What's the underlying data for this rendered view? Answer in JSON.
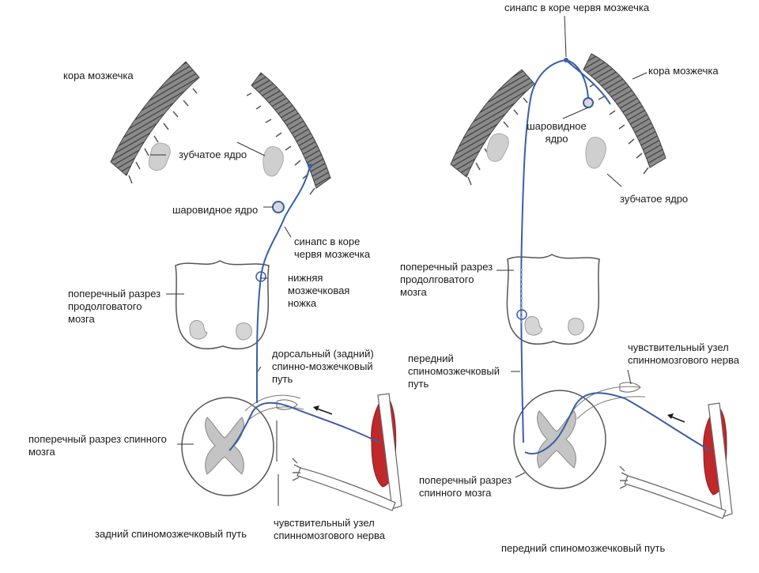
{
  "colors": {
    "pathway": "#3a5ea8",
    "cortex": "#6f6f6f",
    "nucleus": "#c9c9c9",
    "muscle": "#c0282b",
    "outline": "#555555"
  },
  "left_panel": {
    "labels": {
      "cortex": "кора мозжечка",
      "dentate": "зубчатое ядро",
      "globose": "шаровидное ядро",
      "synapse": "синапс в коре червя мозжечка",
      "medulla": "поперечный разрез продолговатого мозга",
      "inferior_peduncle": "нижняя мозжечковая ножка",
      "dorsal_tract": "дорсальный (задний) спинно-мозжечковый путь",
      "spinal_section": "поперечный разрез спинного мозга",
      "ganglion": "чувствительный узел спинномозгового нерва",
      "caption": "задний спиномозжечковый путь"
    }
  },
  "right_panel": {
    "labels": {
      "synapse": "синапс в коре червя мозжечка",
      "cortex": "кора мозжечка",
      "globose": "шаровидное ядро",
      "dentate": "зубчатое ядро",
      "medulla": "поперечный разрез продолговатого мозга",
      "anterior_tract": "передний спиномозжечковый путь",
      "ganglion": "чувствительный узел спинномозгового нерва",
      "spinal_section": "поперечный разрез спинного мозга",
      "caption": "передний спиномозжечковый путь"
    }
  }
}
